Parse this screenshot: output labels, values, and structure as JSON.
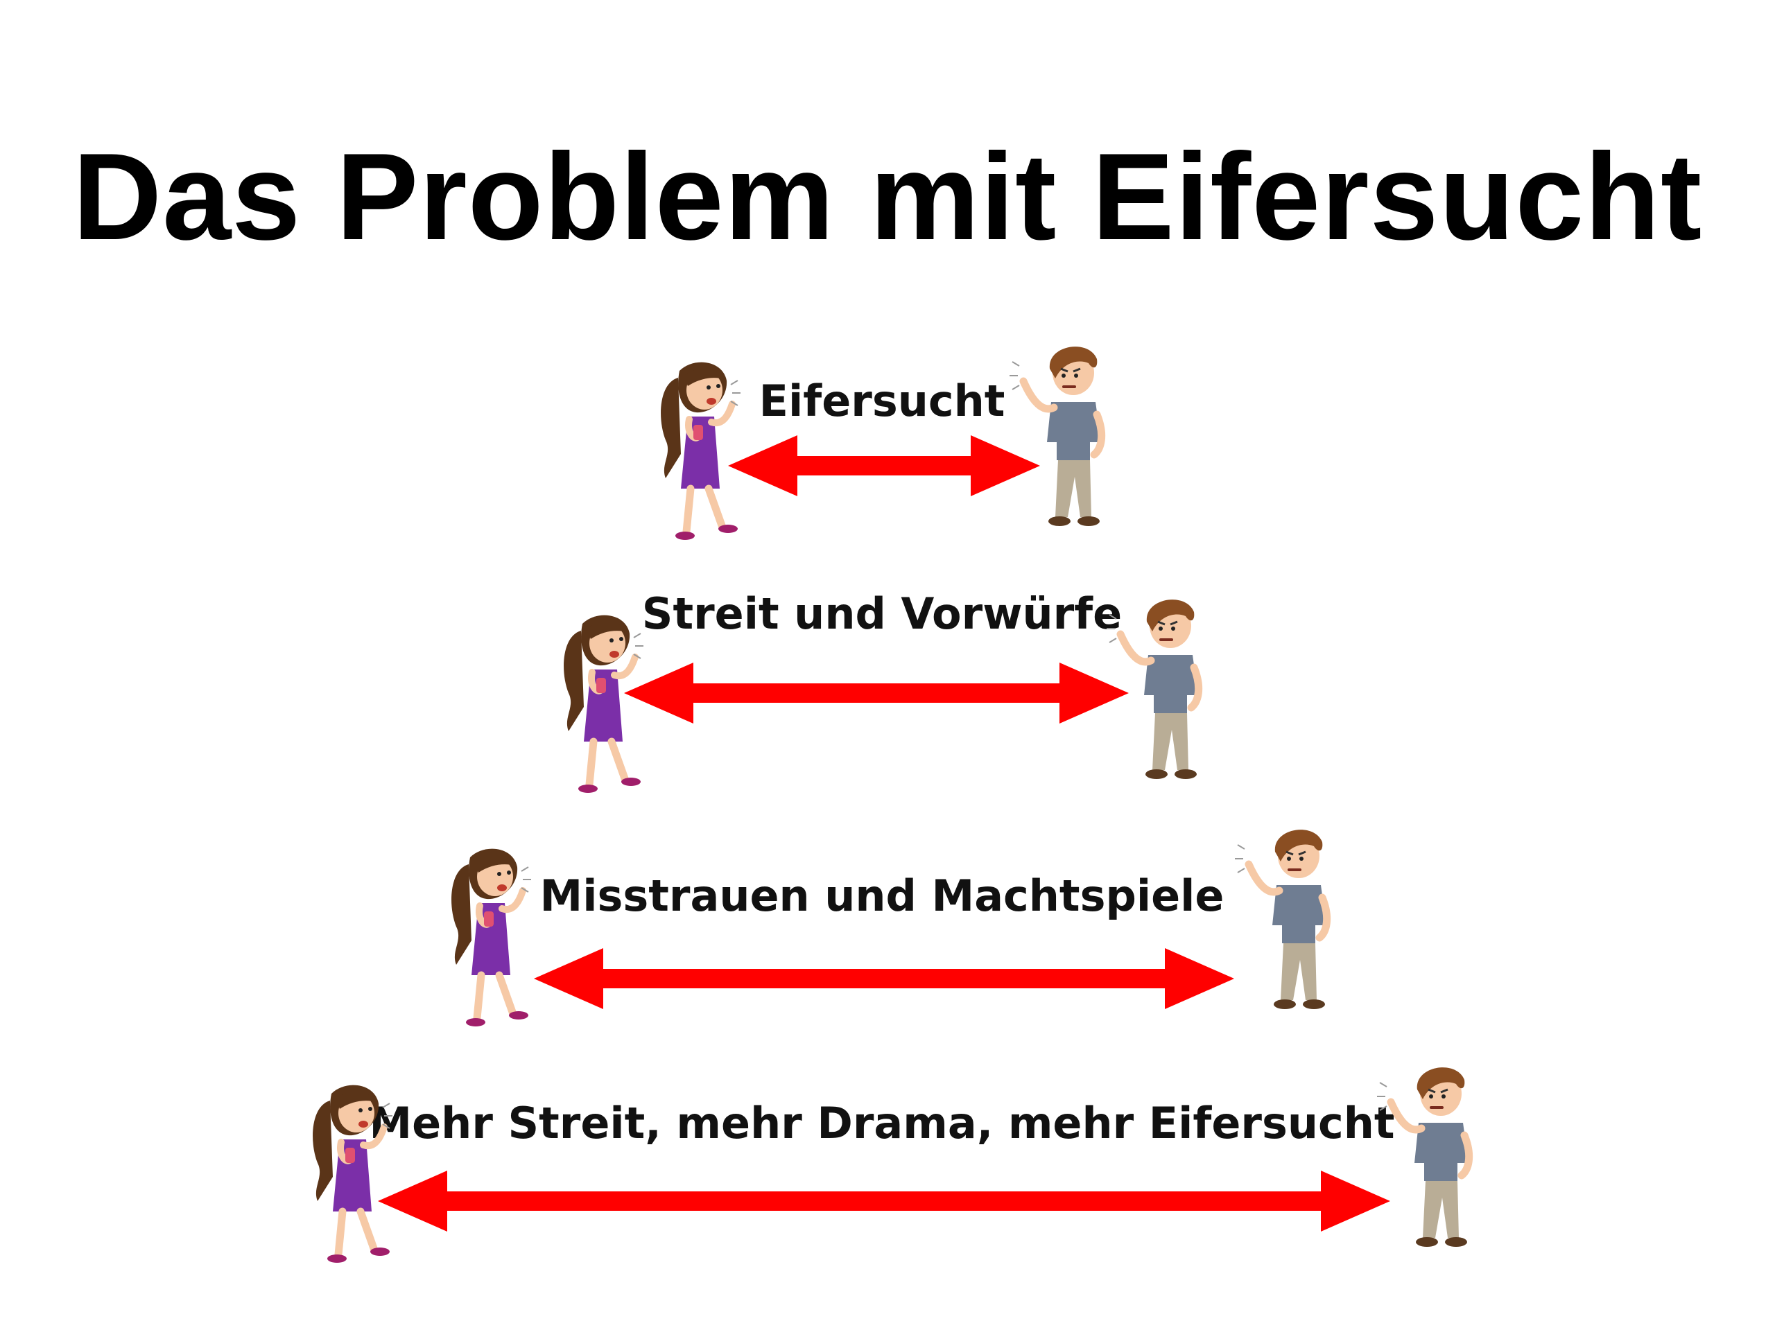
{
  "title": "Das Problem mit Eifersucht",
  "colors": {
    "arrow": "#ff0000",
    "text": "#111111",
    "background": "#ffffff",
    "girl_dress": "#7b2fa8",
    "girl_hair": "#5a3418",
    "boy_shirt": "#6f7d92",
    "boy_pants": "#b9ad96",
    "boy_hair": "#8a4e22",
    "skin": "#f6c9a6"
  },
  "levels": [
    {
      "label": "Eifersucht",
      "arrow_icon": "double-arrow-icon",
      "left_icon": "shouting-girl-icon",
      "right_icon": "angry-boy-icon"
    },
    {
      "label": "Streit und Vorwürfe",
      "arrow_icon": "double-arrow-icon",
      "left_icon": "shouting-girl-icon",
      "right_icon": "angry-boy-icon"
    },
    {
      "label": "Misstrauen und Machtspiele",
      "arrow_icon": "double-arrow-icon",
      "left_icon": "shouting-girl-icon",
      "right_icon": "angry-boy-icon"
    },
    {
      "label": "Mehr Streit, mehr Drama, mehr Eifersucht",
      "arrow_icon": "double-arrow-icon",
      "left_icon": "shouting-girl-icon",
      "right_icon": "angry-boy-icon"
    }
  ]
}
